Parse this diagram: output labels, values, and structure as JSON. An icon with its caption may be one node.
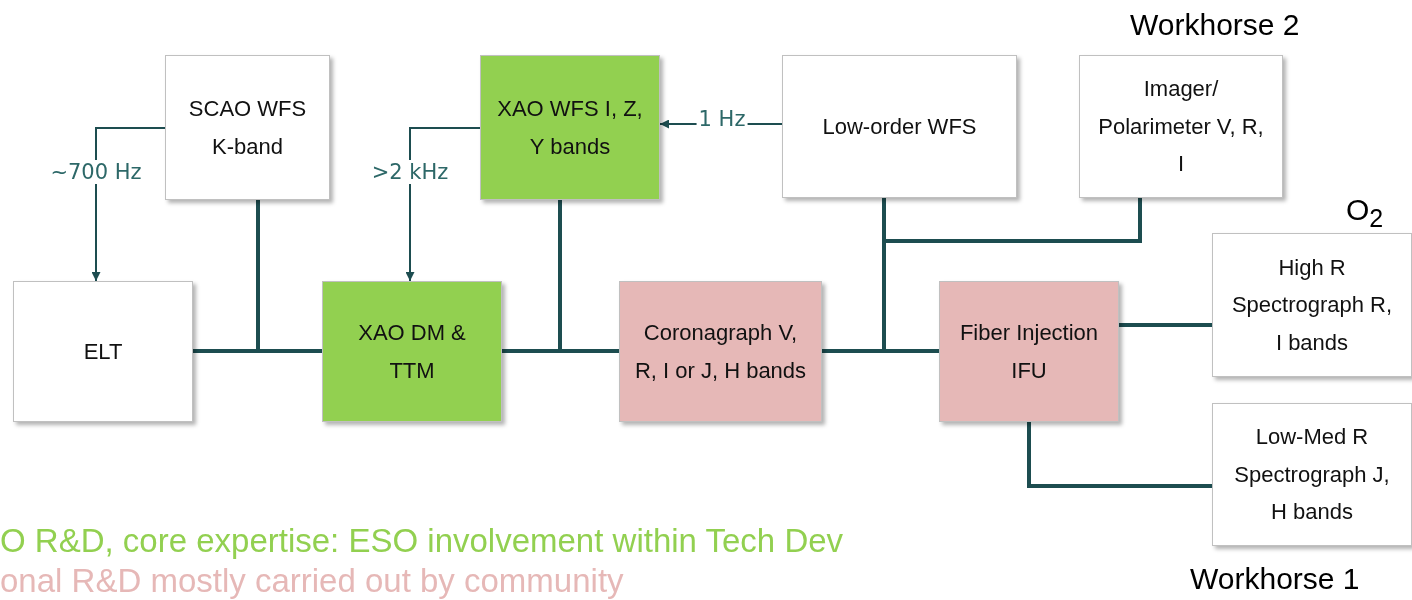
{
  "diagram": {
    "nodes": [
      {
        "text": [
          "SCAO WFS K-band"
        ]
      },
      {
        "text": [
          "XAO WFS I, Z, Y bands"
        ]
      },
      {
        "text": [
          "Low-order WFS"
        ]
      },
      {
        "text": [
          "Imager/ Polarimeter V, R, I"
        ],
        "beside": [
          "Workhorse 2"
        ]
      },
      {
        "text": [
          "ELT"
        ]
      },
      {
        "text": [
          "XAO DM & TTM"
        ]
      },
      {
        "text": [
          "Coronagraph V, R, I or J, H bands"
        ]
      },
      {
        "text": [
          "Fiber Injection IFU"
        ]
      },
      {
        "text": [
          "High R Spectrograph R, I bands"
        ],
        "beside": [
          "O$_{2}$"
        ]
      },
      {
        "text": [
          "Low-Med R Spectrograph J, H bands"
        ],
        "beside": [
          "Workhorse 1"
        ]
      }
    ],
    "edges": [
      {
        "from": 0,
        "to": 4,
        "arrow": "to",
        "label": "~700 Hz"
      },
      {
        "from": 1,
        "to": 5,
        "arrow": "to",
        "label": ">2 kHz"
      },
      {
        "from": 2,
        "to": 1,
        "arrow": "to",
        "label": "1 Hz"
      },
      {
        "from": 4,
        "to": 5,
        "arrow": "none"
      },
      {
        "from": 0,
        "to": 5,
        "arrow": "none"
      },
      {
        "from": 5,
        "to": 6,
        "arrow": "none"
      },
      {
        "from": 1,
        "to": 6,
        "arrow": "none"
      },
      {
        "from": 6,
        "to": 7,
        "arrow": "none"
      },
      {
        "from": 2,
        "to": 7,
        "arrow": "none"
      },
      {
        "from": 3,
        "to": 7,
        "arrow": "none"
      },
      {
        "from": 7,
        "to": 8,
        "arrow": "none"
      },
      {
        "from": 7,
        "to": 9,
        "arrow": "none"
      }
    ],
    "legend": [
      {
        "text": "O R&D, core expertise: ESO involvement within Tech Dev",
        "color": "#92d050"
      },
      {
        "text": "onal R&D mostly carried out by community",
        "color": "#e6b8b7"
      }
    ]
  }
}
